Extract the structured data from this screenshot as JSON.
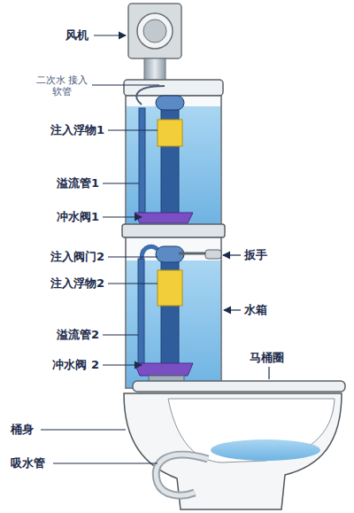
{
  "diagram": {
    "labels": [
      "风机",
      "二次水 接入软管",
      "注入浮物1",
      "溢流管1",
      "冲水阀1",
      "注入阀门2",
      "扳手",
      "注入浮物2",
      "水箱",
      "溢流管2",
      "马桶圈",
      "冲水阀 2",
      "桶身",
      "吸水管"
    ]
  }
}
